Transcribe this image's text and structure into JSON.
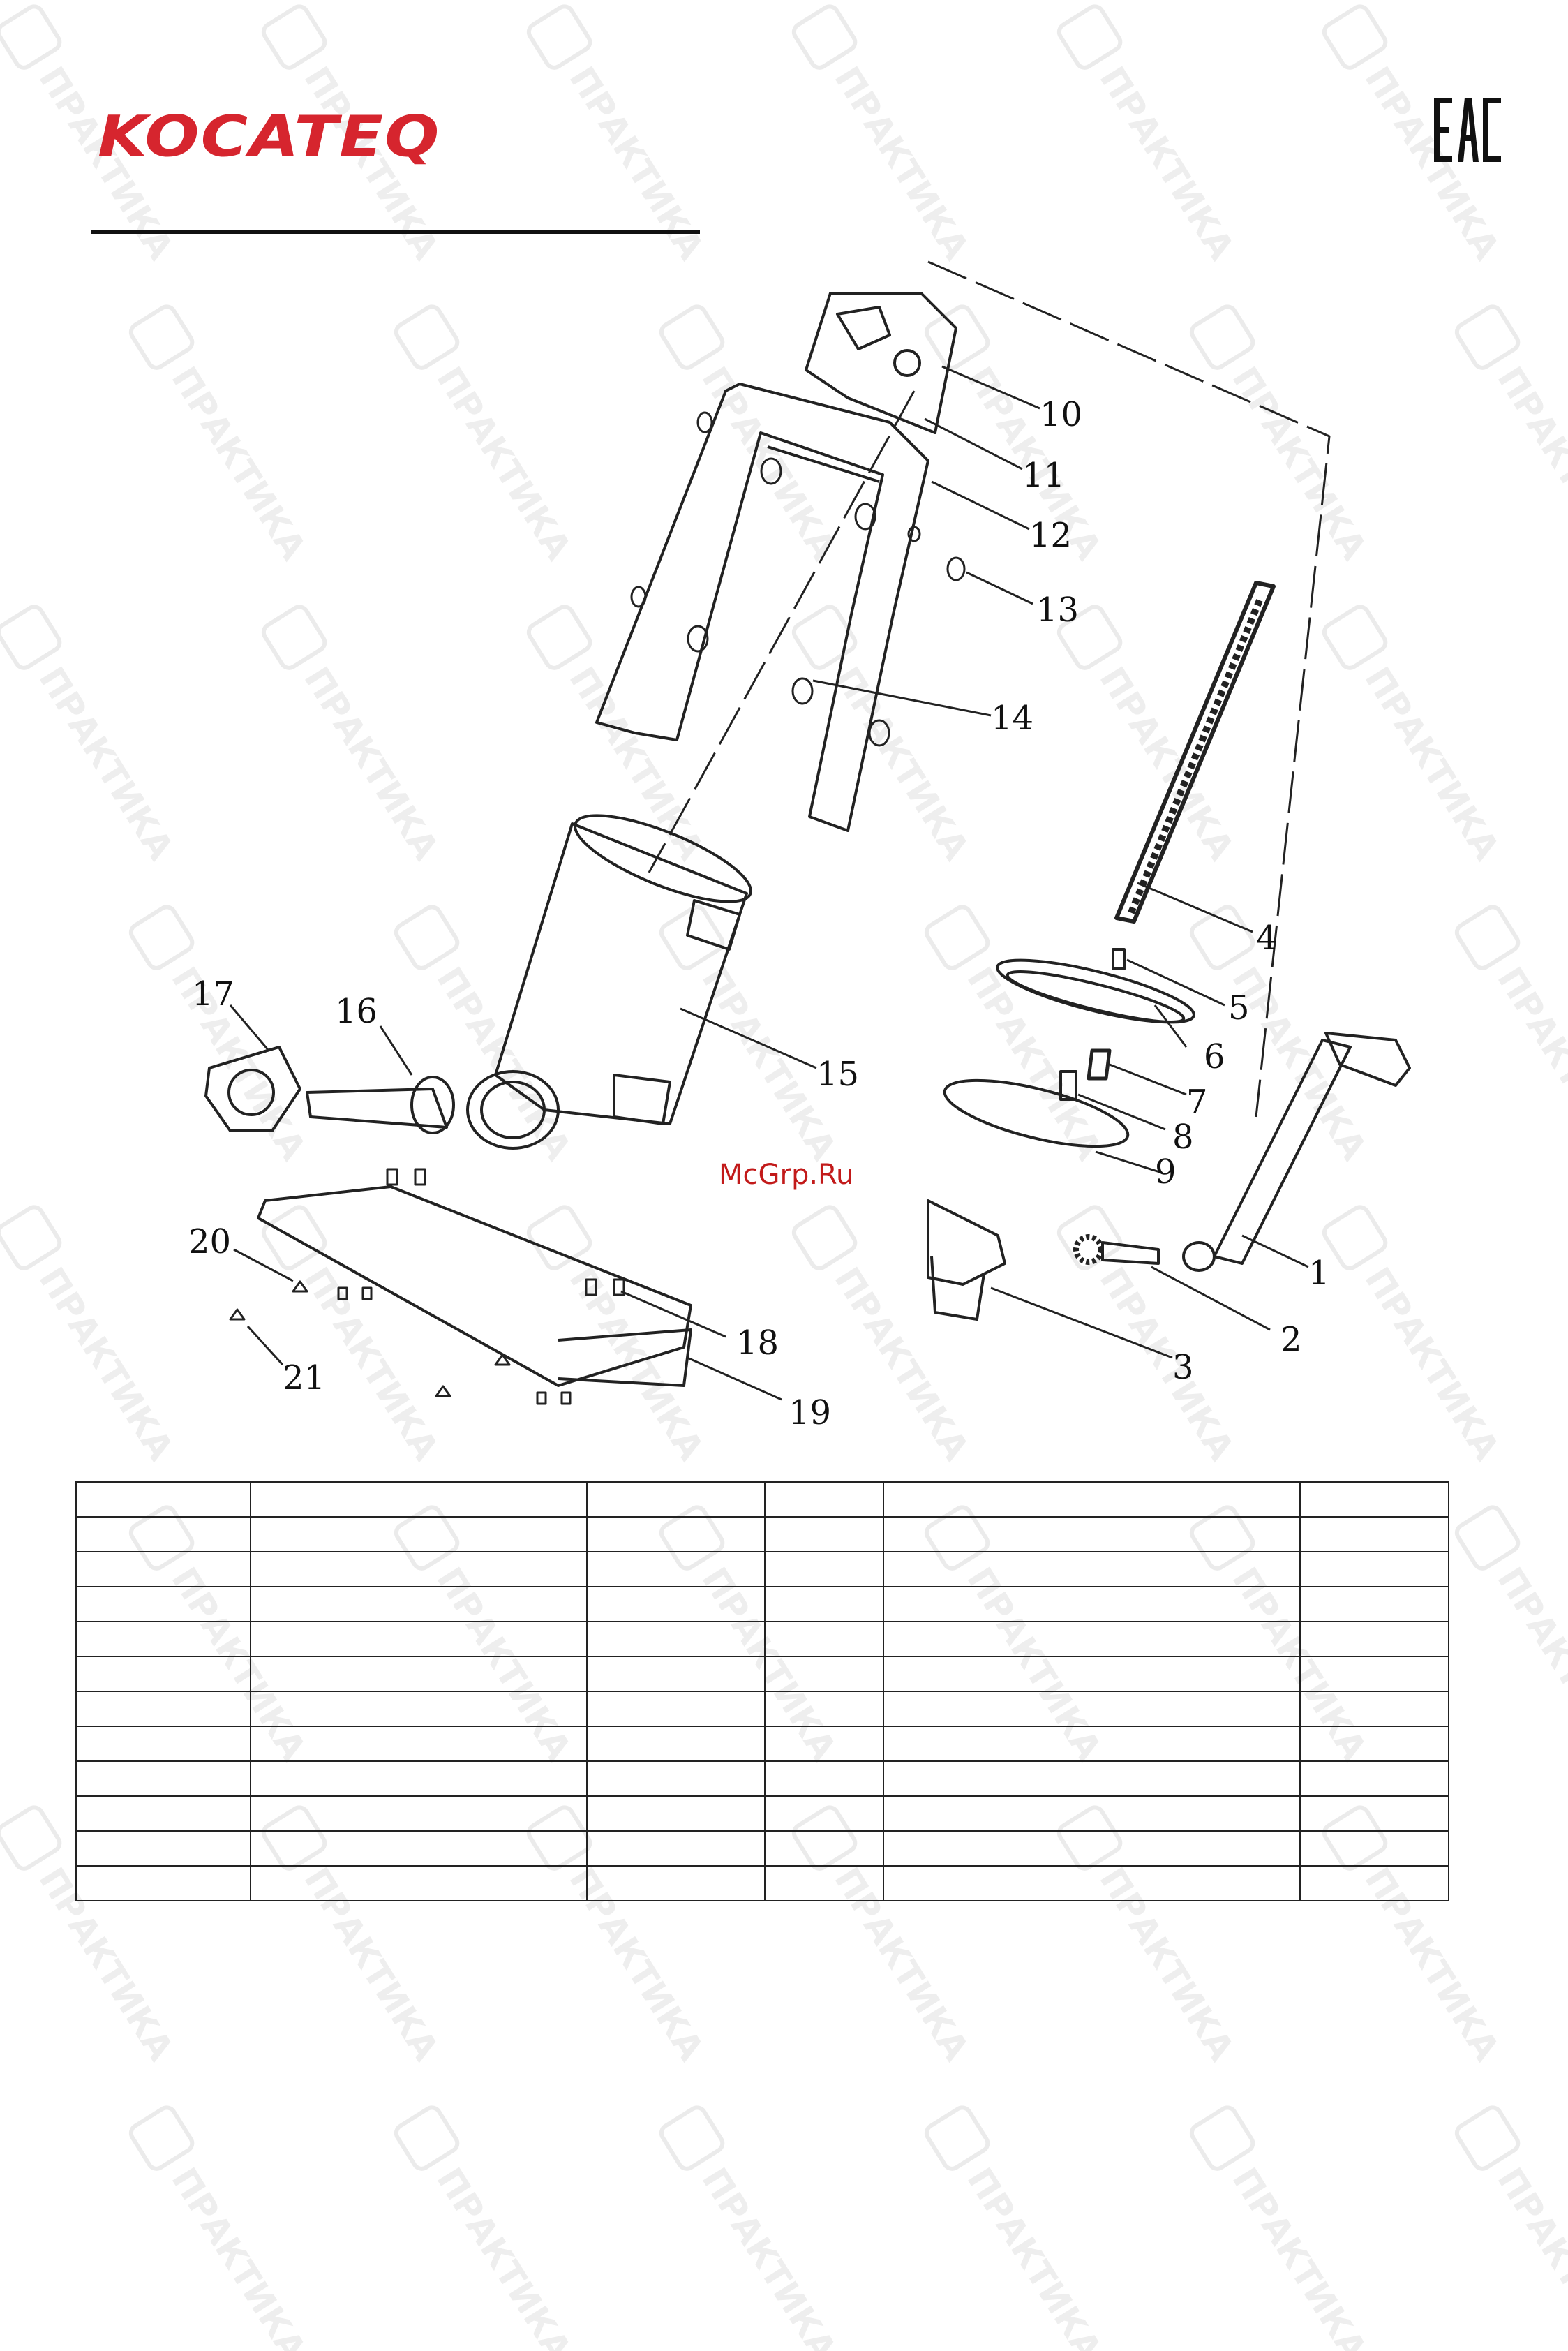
{
  "brand": {
    "logo_text": "KOCATEQ",
    "logo_color": "#d6252e",
    "cert_mark": "EAC"
  },
  "watermark": {
    "text": "ПРАКТИКА"
  },
  "site_watermark": "McGrp.Ru",
  "callouts": [
    "1",
    "2",
    "3",
    "4",
    "5",
    "6",
    "7",
    "8",
    "9",
    "10",
    "11",
    "12",
    "13",
    "14",
    "15",
    "16",
    "17",
    "18",
    "19",
    "20",
    "21"
  ],
  "parts_table": {
    "rows": [
      [
        "",
        "",
        "",
        "",
        "",
        ""
      ],
      [
        "",
        "",
        "",
        "",
        "",
        ""
      ],
      [
        "",
        "",
        "",
        "",
        "",
        ""
      ],
      [
        "",
        "",
        "",
        "",
        "",
        ""
      ],
      [
        "",
        "",
        "",
        "",
        "",
        ""
      ],
      [
        "",
        "",
        "",
        "",
        "",
        ""
      ],
      [
        "",
        "",
        "",
        "",
        "",
        ""
      ],
      [
        "",
        "",
        "",
        "",
        "",
        ""
      ],
      [
        "",
        "",
        "",
        "",
        "",
        ""
      ],
      [
        "",
        "",
        "",
        "",
        "",
        ""
      ],
      [
        "",
        "",
        "",
        "",
        "",
        ""
      ],
      [
        "",
        "",
        "",
        "",
        "",
        ""
      ]
    ]
  }
}
